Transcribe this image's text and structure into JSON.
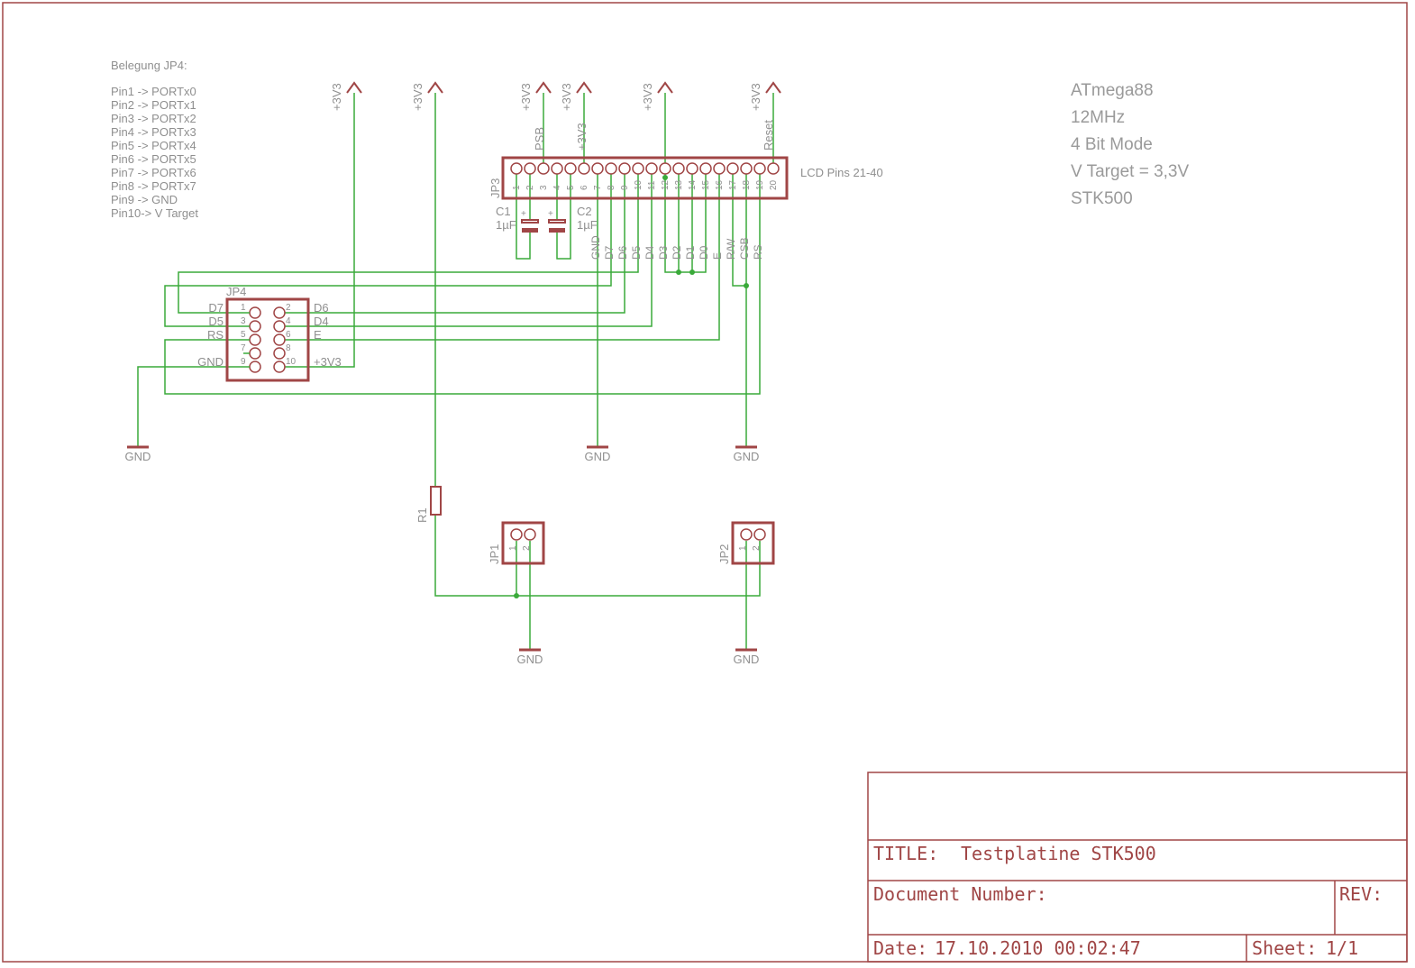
{
  "assignment": {
    "title": "Belegung JP4:",
    "lines": [
      "Pin1 -> PORTx0",
      "Pin2 -> PORTx1",
      "Pin3 -> PORTx2",
      "Pin4 -> PORTx3",
      "Pin5 -> PORTx4",
      "Pin6 -> PORTx5",
      "Pin7 -> PORTx6",
      "Pin8 -> PORTx7",
      "Pin9 -> GND",
      "Pin10-> V Target"
    ]
  },
  "notes": [
    "ATmega88",
    "12MHz",
    "4 Bit Mode",
    "V Target = 3,3V",
    "STK500"
  ],
  "supply": {
    "v3v3": "+3V3",
    "reset": "Reset",
    "psb": "PSB",
    "gnd": "GND"
  },
  "jp3": {
    "name": "JP3",
    "label": "LCD Pins 21-40",
    "pins": [
      "1",
      "2",
      "3",
      "4",
      "5",
      "6",
      "7",
      "8",
      "9",
      "10",
      "11",
      "12",
      "13",
      "14",
      "15",
      "16",
      "17",
      "18",
      "19",
      "20"
    ],
    "signals": [
      "GND",
      "D7",
      "D6",
      "D5",
      "D4",
      "D3",
      "D2",
      "D1",
      "D0",
      "E",
      "R/W",
      "CSB",
      "RS"
    ]
  },
  "caps": {
    "c1_name": "C1",
    "c1_value": "1µF",
    "c2_name": "C2",
    "c2_value": "1µF"
  },
  "jp4": {
    "name": "JP4",
    "odd_pins": [
      "1",
      "3",
      "5",
      "7",
      "9"
    ],
    "even_pins": [
      "2",
      "4",
      "6",
      "8",
      "10"
    ],
    "left_labels": [
      "D7",
      "D5",
      "RS",
      "GND"
    ],
    "right_labels": [
      "D6",
      "D4",
      "E",
      "+3V3"
    ]
  },
  "r1": {
    "name": "R1"
  },
  "jp1": {
    "name": "JP1",
    "pins": [
      "1",
      "2"
    ]
  },
  "jp2": {
    "name": "JP2",
    "pins": [
      "1",
      "2"
    ]
  },
  "title_block": {
    "title_label": "TITLE:",
    "title_value": "Testplatine STK500",
    "document_label": "Document Number:",
    "document_value": "",
    "rev_label": "REV:",
    "date_label": "Date:",
    "date_value": "17.10.2010 00:02:47",
    "sheet_label": "Sheet:",
    "sheet_value": "1/1"
  },
  "colors": {
    "frame": "#a04646",
    "wire": "#3aaa3a",
    "text": "#8f8f8f"
  }
}
